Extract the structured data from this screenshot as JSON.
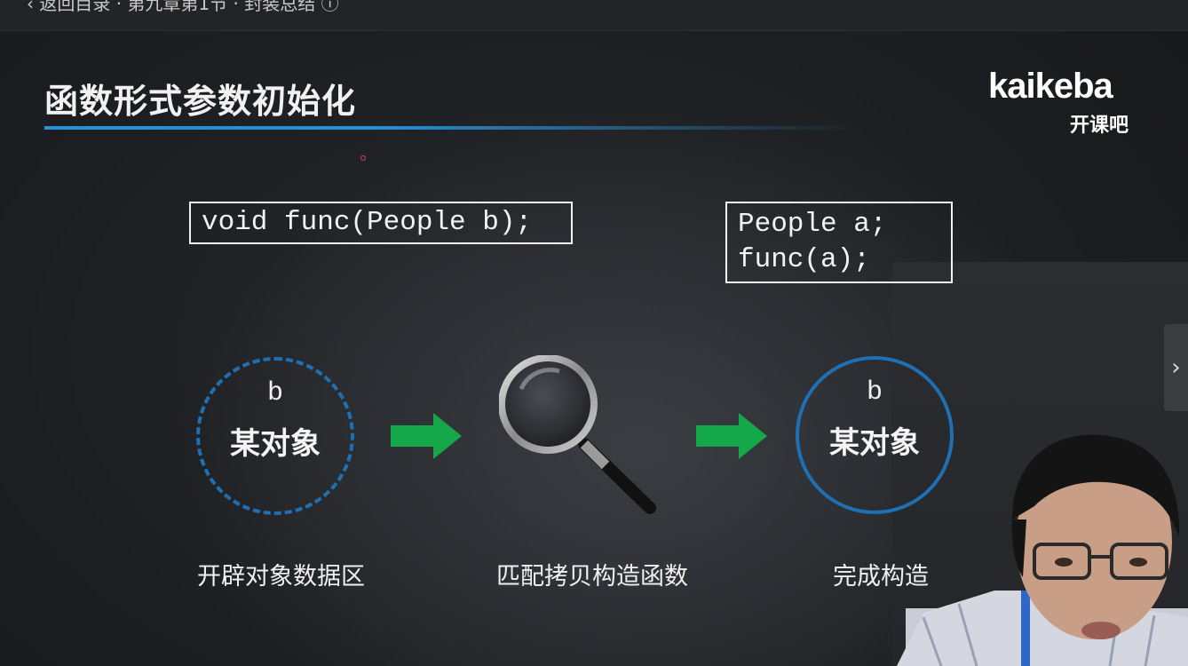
{
  "topbar": {
    "breadcrumb": "‹ 返回目录 · 第九章第1节 · 封装总结 ⓘ"
  },
  "slide": {
    "title": "函数形式参数初始化",
    "logo": {
      "brand": "kaikeba",
      "brand_cn": "开课吧"
    },
    "code_left": "void func(People b);",
    "code_right": "People a;\nfunc(a);",
    "circle_left": {
      "var": "b",
      "label": "某对象"
    },
    "circle_right": {
      "var": "b",
      "label": "某对象"
    },
    "captions": [
      "开辟对象数据区",
      "匹配拷贝构造函数",
      "完成构造"
    ],
    "colors": {
      "accent_blue": "#1f6fb3",
      "arrow_green": "#14a84a",
      "underline_blue": "#2a8fd6"
    }
  },
  "controls": {
    "next_icon": "chevron-right-icon",
    "next_glyph": "›"
  }
}
